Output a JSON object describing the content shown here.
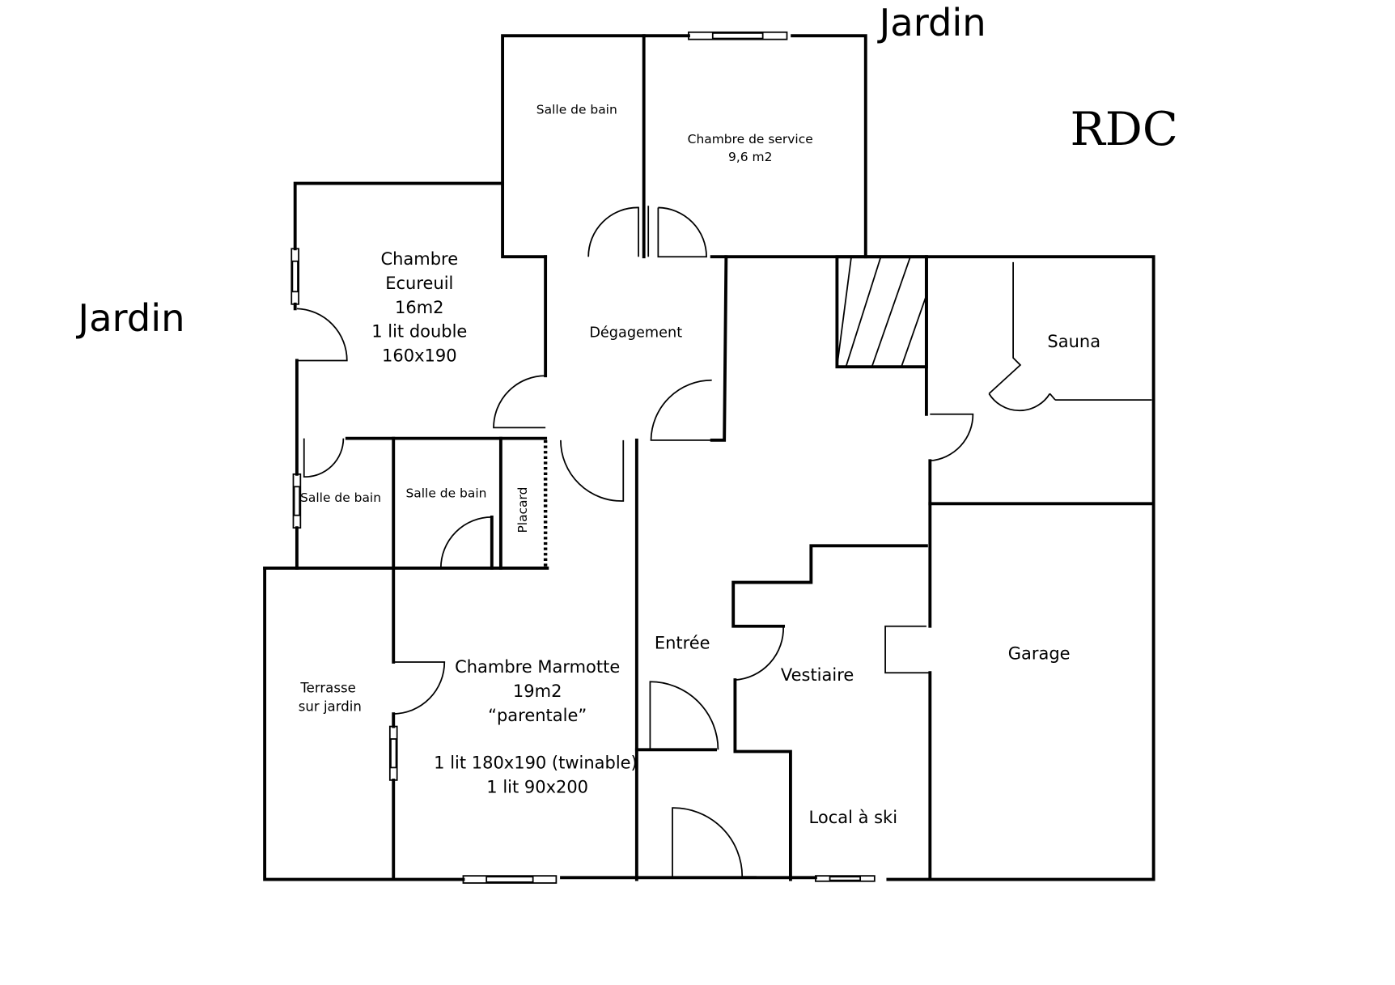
{
  "plan": {
    "level_label": "RDC",
    "outside_labels": [
      "Jardin",
      "Jardin"
    ],
    "rooms": {
      "salle_de_bain_top": "Salle de bain",
      "chambre_service": [
        "Chambre de service",
        "9,6 m2"
      ],
      "chambre_ecureuil": [
        "Chambre",
        "Ecureuil",
        "16m2",
        "1 lit double",
        "160x190"
      ],
      "degagement": "Dégagement",
      "sauna": "Sauna",
      "salle_de_bain_left": "Salle de bain",
      "salle_de_bain_mid": "Salle de bain",
      "placard": "Placard",
      "terrasse": [
        "Terrasse",
        "sur jardin"
      ],
      "chambre_marmotte": [
        "Chambre Marmotte",
        "19m2",
        "“parentale”",
        "",
        "1 lit 180x190 (twinable)",
        "1 lit 90x200"
      ],
      "entree": "Entrée",
      "vestiaire": "Vestiaire",
      "garage": "Garage",
      "local_ski": "Local à ski"
    }
  }
}
